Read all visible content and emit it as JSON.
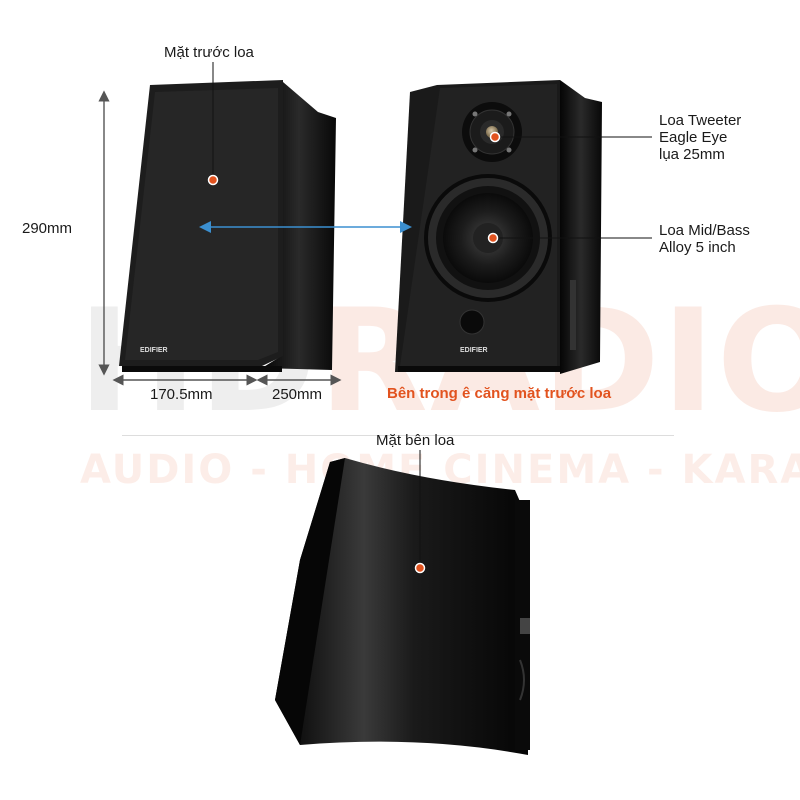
{
  "watermark": {
    "brand_gray": "HD",
    "brand_orange": "RADIO",
    "tagline": "AUDIO - HOME CINEMA - KARAOKE"
  },
  "labels": {
    "front_face": "Mặt trước loa",
    "height": "290mm",
    "width": "170.5mm",
    "depth": "250mm",
    "tweeter_lines": [
      "Loa Tweeter",
      "Eagle Eye",
      "lụa 25mm"
    ],
    "midbass_lines": [
      "Loa Mid/Bass",
      "Alloy 5 inch"
    ],
    "inside_caption": "Bên trong ê căng mặt trước loa",
    "side_face": "Mặt bên loa"
  },
  "speaker_brand": "EDIFIER",
  "colors": {
    "accent": "#e2531f",
    "arrow_blue": "#3b8fd0",
    "dim_arrow": "#555555",
    "cabinet": "#111111"
  }
}
